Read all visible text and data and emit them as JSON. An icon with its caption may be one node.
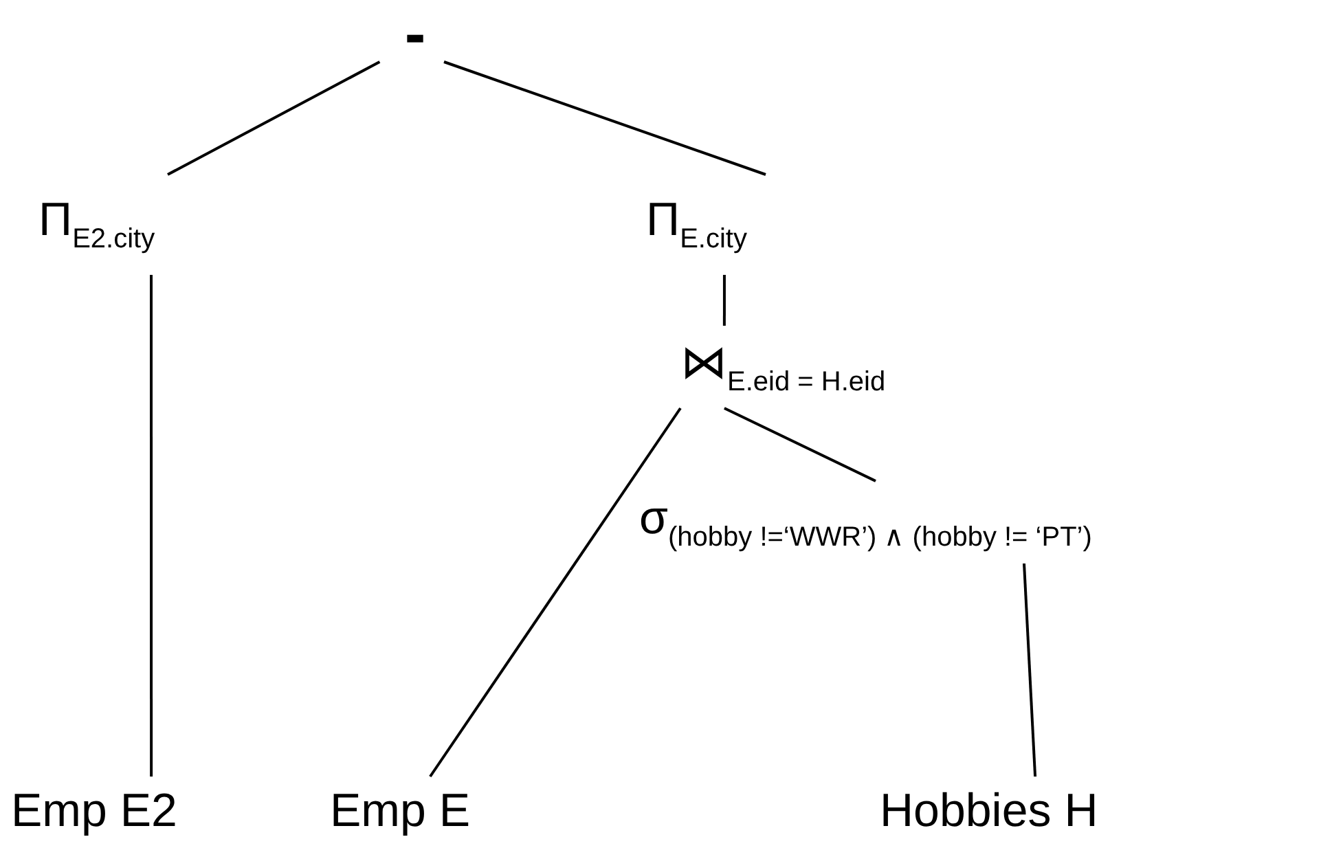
{
  "diagram": {
    "nodes": [
      {
        "text": [
          "-"
        ]
      },
      {
        "text": [
          "Π$_{E2.city}$"
        ]
      },
      {
        "text": [
          "Π$_{E.city}$"
        ]
      },
      {
        "text": [
          "⋈$_{E.eid = H.eid}$"
        ]
      },
      {
        "text": [
          "σ$_{(hobby !=‘WWR’) ∧ (hobby != ‘PT’)}$"
        ]
      },
      {
        "text": [
          "Emp E2"
        ]
      },
      {
        "text": [
          "Emp E"
        ]
      },
      {
        "text": [
          "Hobbies H"
        ]
      }
    ],
    "edges": [
      {
        "from": 0,
        "to": 1,
        "arrow": "none"
      },
      {
        "from": 0,
        "to": 2,
        "arrow": "none"
      },
      {
        "from": 1,
        "to": 5,
        "arrow": "none"
      },
      {
        "from": 2,
        "to": 3,
        "arrow": "none"
      },
      {
        "from": 3,
        "to": 6,
        "arrow": "none"
      },
      {
        "from": 3,
        "to": 4,
        "arrow": "none"
      },
      {
        "from": 4,
        "to": 7,
        "arrow": "none"
      }
    ]
  }
}
